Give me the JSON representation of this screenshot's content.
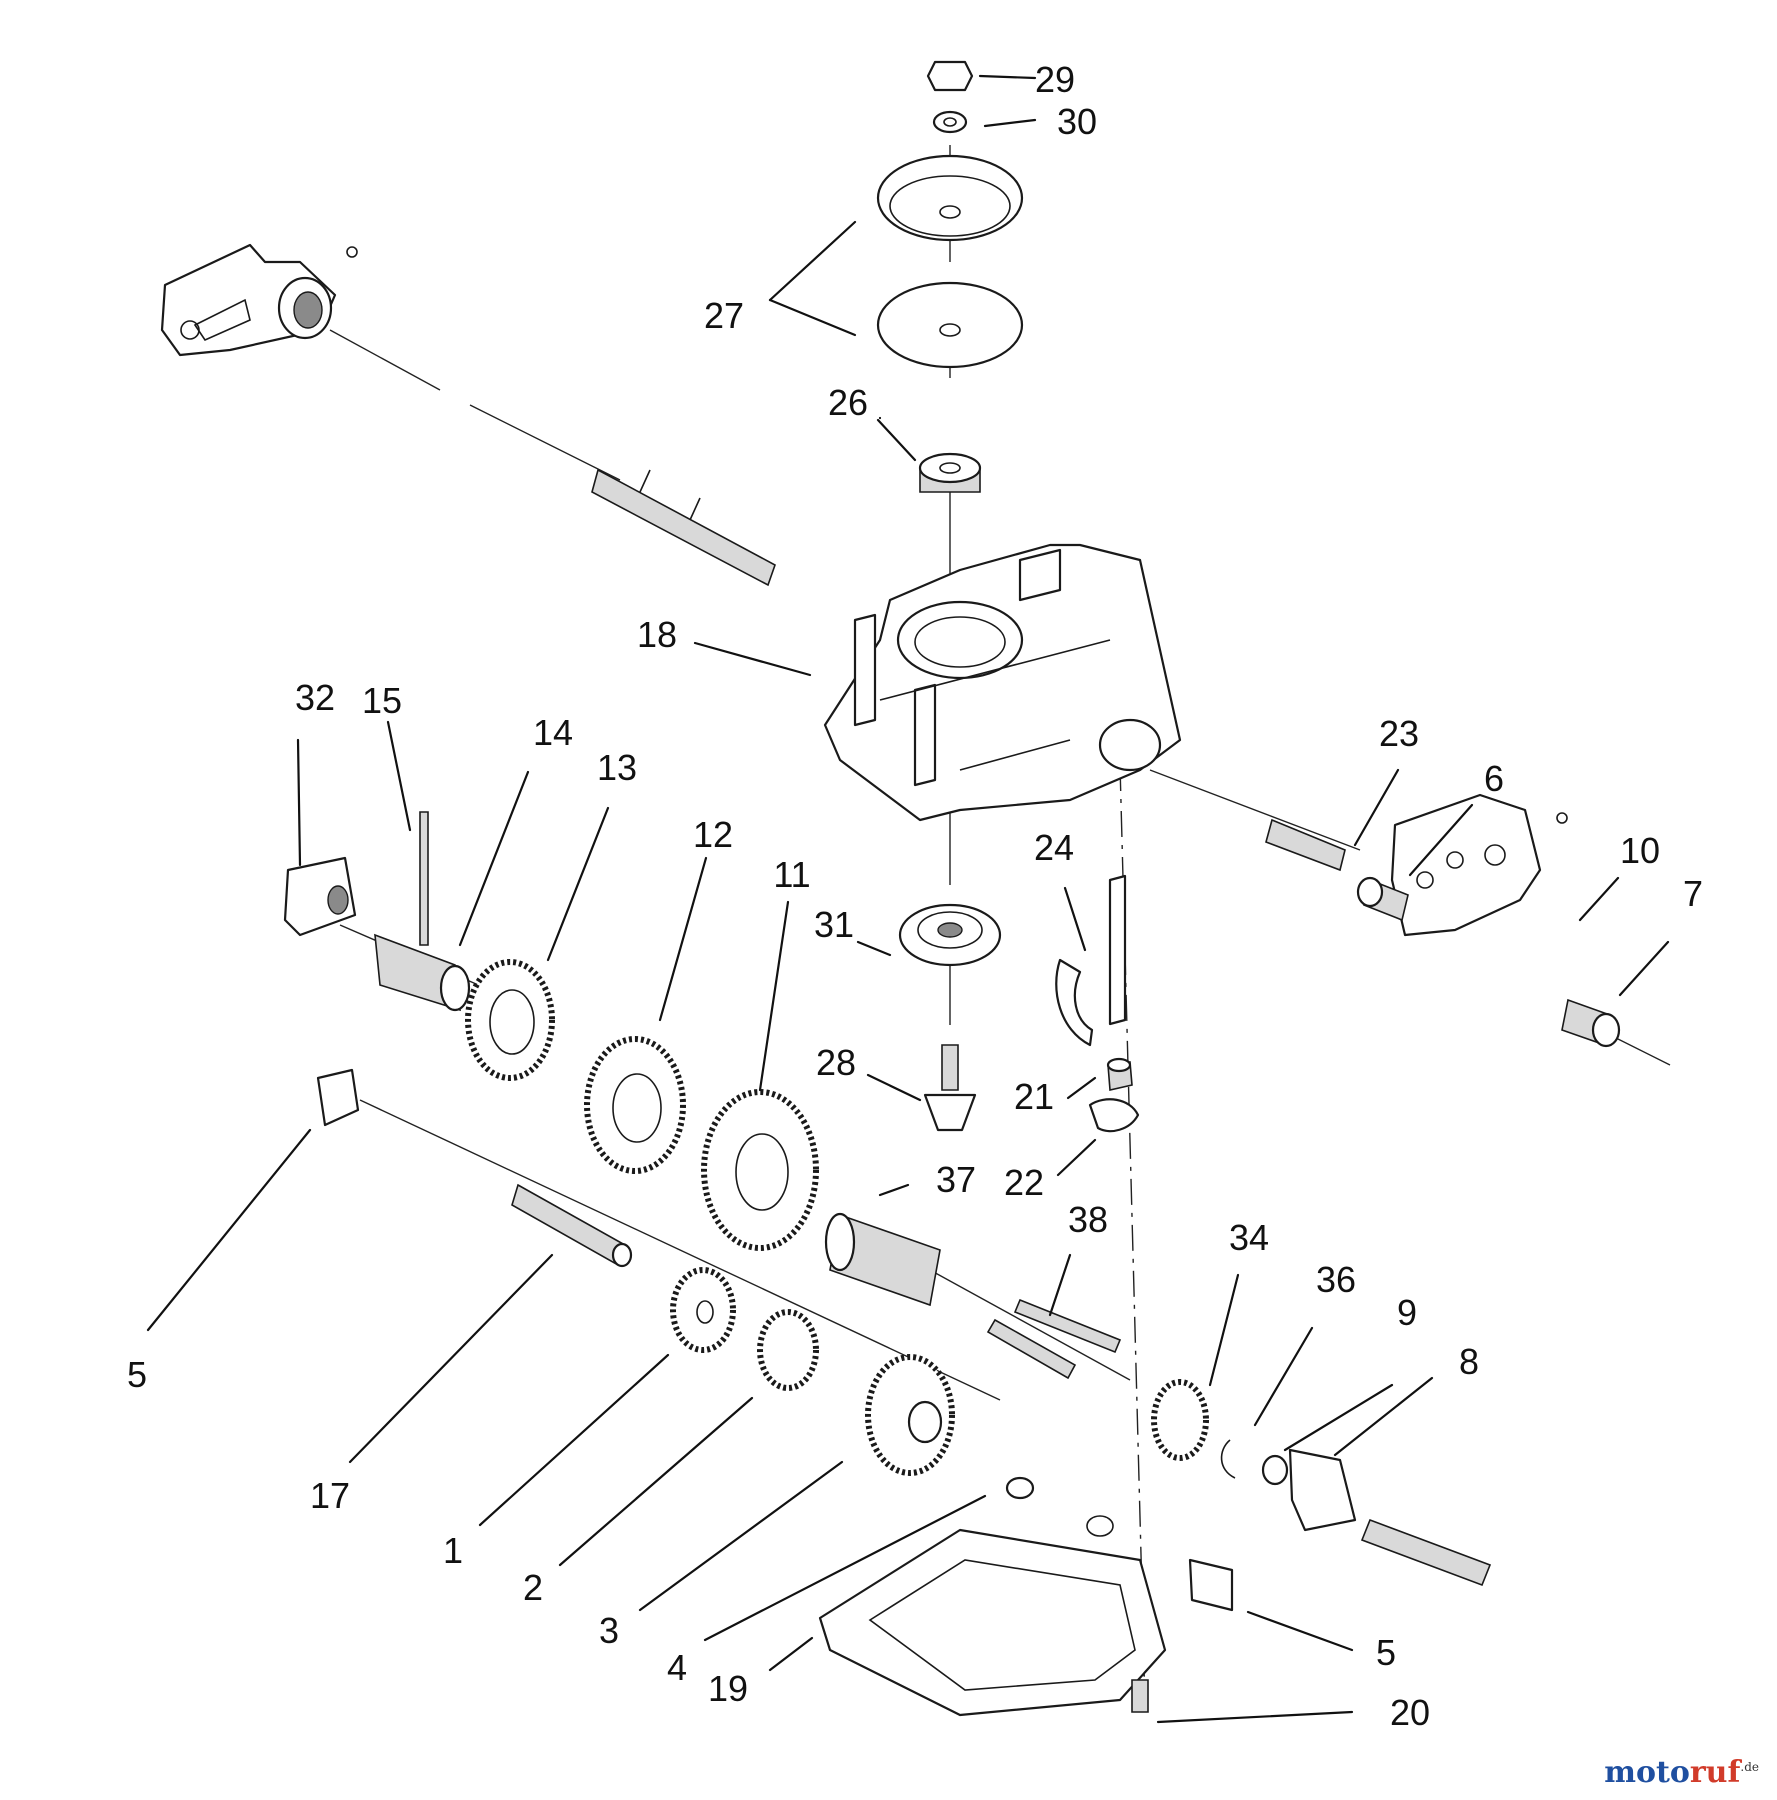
{
  "diagram": {
    "callouts": [
      "29",
      "30",
      "27",
      "26",
      "18",
      "32",
      "15",
      "14",
      "13",
      "12",
      "11",
      "31",
      "28",
      "24",
      "23",
      "6",
      "10",
      "7",
      "21",
      "22",
      "37",
      "38",
      "34",
      "36",
      "9",
      "8",
      "5",
      "17",
      "1",
      "2",
      "3",
      "4",
      "19",
      "5",
      "20"
    ]
  },
  "watermark": {
    "text_a": "moto",
    "text_b": "ruf",
    "suffix": ".de"
  },
  "colors": {
    "line": "#111111",
    "shade": "#d9d9d9",
    "brand_blue": "#1f4fa0",
    "brand_red": "#d13b2a"
  }
}
